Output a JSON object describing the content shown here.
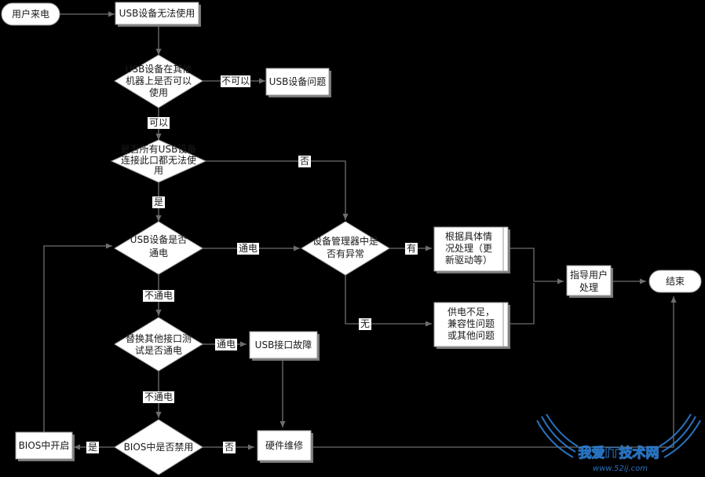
{
  "nodes": {
    "start": "用户来电",
    "usb_fail": "USB设备无法使用",
    "other_machine": [
      "USB设备在其他",
      "机器上是否可以",
      "使用"
    ],
    "usb_problem": "USB设备问题",
    "all_devices_port": [
      "是否所有USB设备",
      "连接此口都无法使",
      "用"
    ],
    "usb_powered": [
      "USB设备是否",
      "通电"
    ],
    "device_manager": [
      "设备管理器中是",
      "否有异常"
    ],
    "handle_specific": [
      "根据具体情",
      "况处理（更",
      "新驱动等）"
    ],
    "power_compat": [
      "供电不足，",
      "兼容性问题",
      "或其他问题"
    ],
    "guide_user": [
      "指导用户",
      "处理"
    ],
    "end": "结束",
    "swap_port": [
      "替换其他接口测",
      "试是否通电"
    ],
    "usb_port_fault": "USB接口故障",
    "bios_disabled": "BIOS中是否禁用",
    "hardware_repair": "硬件维修",
    "bios_enable": "BIOS中开启"
  },
  "edge_labels": {
    "cannot": "不可以",
    "can": "可以",
    "no_port": "否",
    "yes_port": "是",
    "powered": "通电",
    "has": "有",
    "none": "无",
    "not_powered": "不通电",
    "swap_powered": "通电",
    "swap_not_powered": "不通电",
    "bios_yes": "是",
    "bios_no": "否"
  },
  "watermark": {
    "main": "我爱IT技术网",
    "url": "www.52ij.com"
  }
}
